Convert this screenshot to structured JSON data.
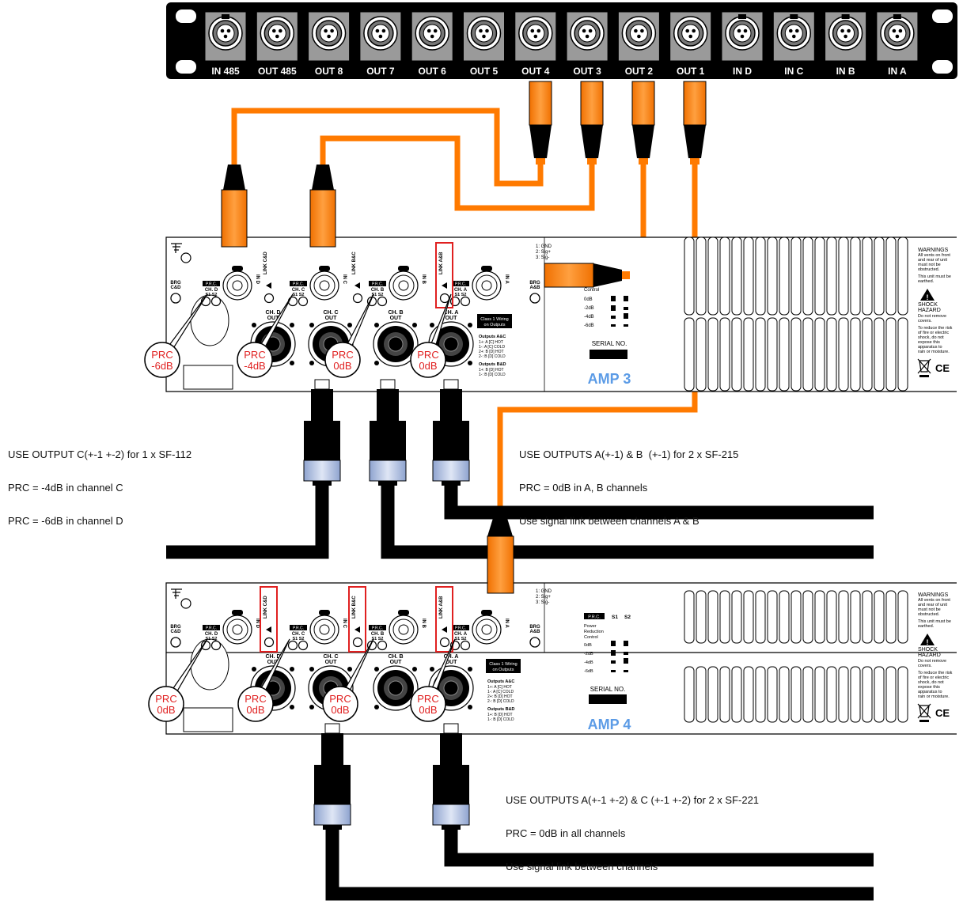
{
  "patch_panel": {
    "ports": [
      "IN 485",
      "OUT 485",
      "OUT 8",
      "OUT 7",
      "OUT 6",
      "OUT 5",
      "OUT 4",
      "OUT 3",
      "OUT 2",
      "OUT 1",
      "IN D",
      "IN C",
      "IN B",
      "IN A"
    ]
  },
  "amplifiers": [
    {
      "name": "AMP 3",
      "input_labels": [
        "IN D",
        "IN C",
        "IN B",
        "IN A"
      ],
      "link_labels": [
        "LINK C&D",
        "LINK B&C",
        "LINK A&B"
      ],
      "highlighted_links": [
        "LINK A&B"
      ],
      "channel_labels": [
        "CH. D",
        "CH. C",
        "CH. B",
        "CH. A"
      ],
      "output_labels": [
        "CH. D OUT",
        "CH. C OUT",
        "CH. B OUT",
        "CH. A OUT"
      ],
      "bridge_labels": [
        "BRG C&D",
        "BRG A&B"
      ],
      "prc_badges": [
        {
          "channel": "D",
          "line1": "PRC",
          "line2": "-6dB"
        },
        {
          "channel": "C",
          "line1": "PRC",
          "line2": "-4dB"
        },
        {
          "channel": "B",
          "line1": "PRC",
          "line2": "0dB"
        },
        {
          "channel": "A",
          "line1": "PRC",
          "line2": "0dB"
        }
      ],
      "pin_legend": [
        "1: GND",
        "2: Sig+",
        "3: Sig-"
      ],
      "prc_table": {
        "header": "",
        "title": "Control",
        "rows": [
          "0dB",
          "-2dB",
          "-4dB",
          "-6dB"
        ]
      },
      "serial_label": "SERIAL NO.",
      "wiring_box": [
        "Class 1 Wiring",
        "on Outputs"
      ],
      "wiring_notes": {
        "ac_title": "Outputs A&C",
        "ac": [
          "1+: A [C] HOT",
          "1-: A [C] COLD",
          "2+: B [D] HOT",
          "2-: B [D] COLD"
        ],
        "bd_title": "Outputs B&D",
        "bd": [
          "1+: B [D] HOT",
          "1-: B [D] COLD"
        ]
      }
    },
    {
      "name": "AMP 4",
      "input_labels": [
        "IN D",
        "IN C",
        "IN B",
        "IN A"
      ],
      "link_labels": [
        "LINK C&D",
        "LINK B&C",
        "LINK A&B"
      ],
      "highlighted_links": [
        "LINK C&D",
        "LINK B&C",
        "LINK A&B"
      ],
      "channel_labels": [
        "CH. D",
        "CH. C",
        "CH. B",
        "CH. A"
      ],
      "output_labels": [
        "CH. D OUT",
        "CH. C OUT",
        "CH. B OUT",
        "CH. A OUT"
      ],
      "bridge_labels": [
        "BRG C&D",
        "BRG A&B"
      ],
      "prc_badges": [
        {
          "channel": "D",
          "line1": "PRC",
          "line2": "0dB"
        },
        {
          "channel": "C",
          "line1": "PRC",
          "line2": "0dB"
        },
        {
          "channel": "B",
          "line1": "PRC",
          "line2": "0dB"
        },
        {
          "channel": "A",
          "line1": "PRC",
          "line2": "0dB"
        }
      ],
      "pin_legend": [
        "1: GND",
        "2: Sig+",
        "3: Sig-"
      ],
      "prc_table": {
        "header": "P.R.C.   S1   S2",
        "title": "Power Reduction Control",
        "rows": [
          "0dB",
          "-2dB",
          "-4dB",
          "-6dB"
        ]
      },
      "serial_label": "SERIAL NO.",
      "wiring_box": [
        "Class 1 Wiring",
        "on Outputs"
      ],
      "wiring_notes": {
        "ac_title": "Outputs A&C",
        "ac": [
          "1+: A [C] HOT",
          "1-: A [C] COLD",
          "2+: B [D] HOT",
          "2-: B [D] COLD"
        ],
        "bd_title": "Outputs B&D",
        "bd": [
          "1+: B [D] HOT",
          "1-: B [D] COLD"
        ]
      }
    }
  ],
  "warnings": {
    "title": "WARNINGS",
    "vents": [
      "All vents on front",
      "and rear of unit",
      "must not be",
      "obstructed."
    ],
    "earth": [
      "This unit must be",
      "earthed."
    ],
    "shock": [
      "SHOCK",
      "HAZARD"
    ],
    "covers": [
      "Do not remove",
      "covers."
    ],
    "risk": [
      "To reduce the risk",
      "of fire or electric",
      "shock, do not",
      "expose this",
      "apparatus to",
      "rain or moisture."
    ],
    "marks": [
      "CE"
    ]
  },
  "notes": {
    "amp3_left": [
      "USE OUTPUT C(+-1 +-2) for 1 x SF-112",
      "PRC = -4dB in channel C",
      "PRC = -6dB in channel D"
    ],
    "amp3_right": [
      "USE OUTPUTS A(+-1) & B  (+-1) for 2 x SF-215",
      "PRC = 0dB in A, B channels",
      "Use signal link between channels A & B"
    ],
    "amp4_right": [
      "USE OUTPUTS A(+-1 +-2) & C (+-1 +-2) for 2 x SF-221",
      "PRC = 0dB in all channels",
      "Use signal link between channels"
    ]
  },
  "colors": {
    "cable_orange": "#ff7a00",
    "prc_red": "#e02020",
    "amp_name_blue": "#5b9be6",
    "link_highlight": "#e02020",
    "speakon_blue": "#a9b9dc",
    "panel_black": "#000000"
  },
  "icons": [
    "ground-icon",
    "warning-triangle-icon",
    "weee-bin-icon",
    "ce-mark-icon",
    "xlr-connector-icon",
    "speakon-connector-icon"
  ]
}
